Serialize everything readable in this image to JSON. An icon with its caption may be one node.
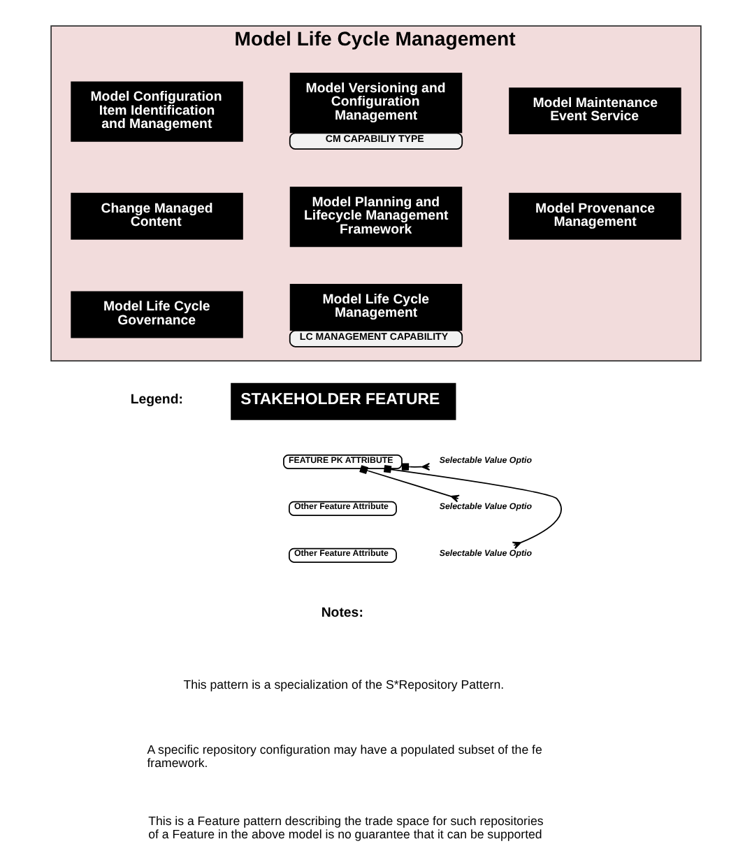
{
  "diagram": {
    "nodes": [
      {
        "text": [
          "Model Life Cycle Management"
        ]
      },
      {
        "text": [
          "Model Configuration Item Identification and Management"
        ],
        "in": 0
      },
      {
        "text": [
          "Model Versioning and Configuration Management"
        ],
        "in": 0,
        "beside": [
          "CM CAPABILIY TYPE"
        ]
      },
      {
        "text": [
          "Model Maintenance Event Service"
        ],
        "in": 0
      },
      {
        "text": [
          "Change Managed Content"
        ],
        "in": 0
      },
      {
        "text": [
          "Model Planning and Lifecycle Management Framework"
        ],
        "in": 0
      },
      {
        "text": [
          "Model Provenance Management"
        ],
        "in": 0
      },
      {
        "text": [
          "Model Life Cycle Governance"
        ],
        "in": 0
      },
      {
        "text": [
          "Model Life Cycle Management"
        ],
        "in": 0,
        "beside": [
          "LC MANAGEMENT CAPABILITY"
        ]
      },
      {
        "text": [
          "STAKEHOLDER FEATURE"
        ]
      },
      {
        "text": [
          "FEATURE PK ATTRIBUTE"
        ]
      },
      {
        "text": [
          "Other Feature Attribute"
        ]
      },
      {
        "text": [
          "Other Feature Attribute"
        ]
      },
      {
        "text": [
          "Selectable Value Optio"
        ]
      },
      {
        "text": [
          "Selectable Value Optio"
        ]
      },
      {
        "text": [
          "Selectable Value Optio"
        ]
      }
    ],
    "edges": [
      {
        "from": 10,
        "to": 13,
        "arrow": "other"
      },
      {
        "from": 10,
        "to": 14,
        "arrow": "other"
      },
      {
        "from": 10,
        "to": 15,
        "arrow": "other"
      }
    ],
    "labels": [
      "Legend:",
      "Notes:",
      "This pattern is a specialization of the S*Repository Pattern.",
      "A specific repository configuration may have a populated subset of the fe framework.",
      "This is a Feature pattern describing the trade space for such repositories of a Feature in the above model is no guarantee that it can be supported"
    ]
  }
}
